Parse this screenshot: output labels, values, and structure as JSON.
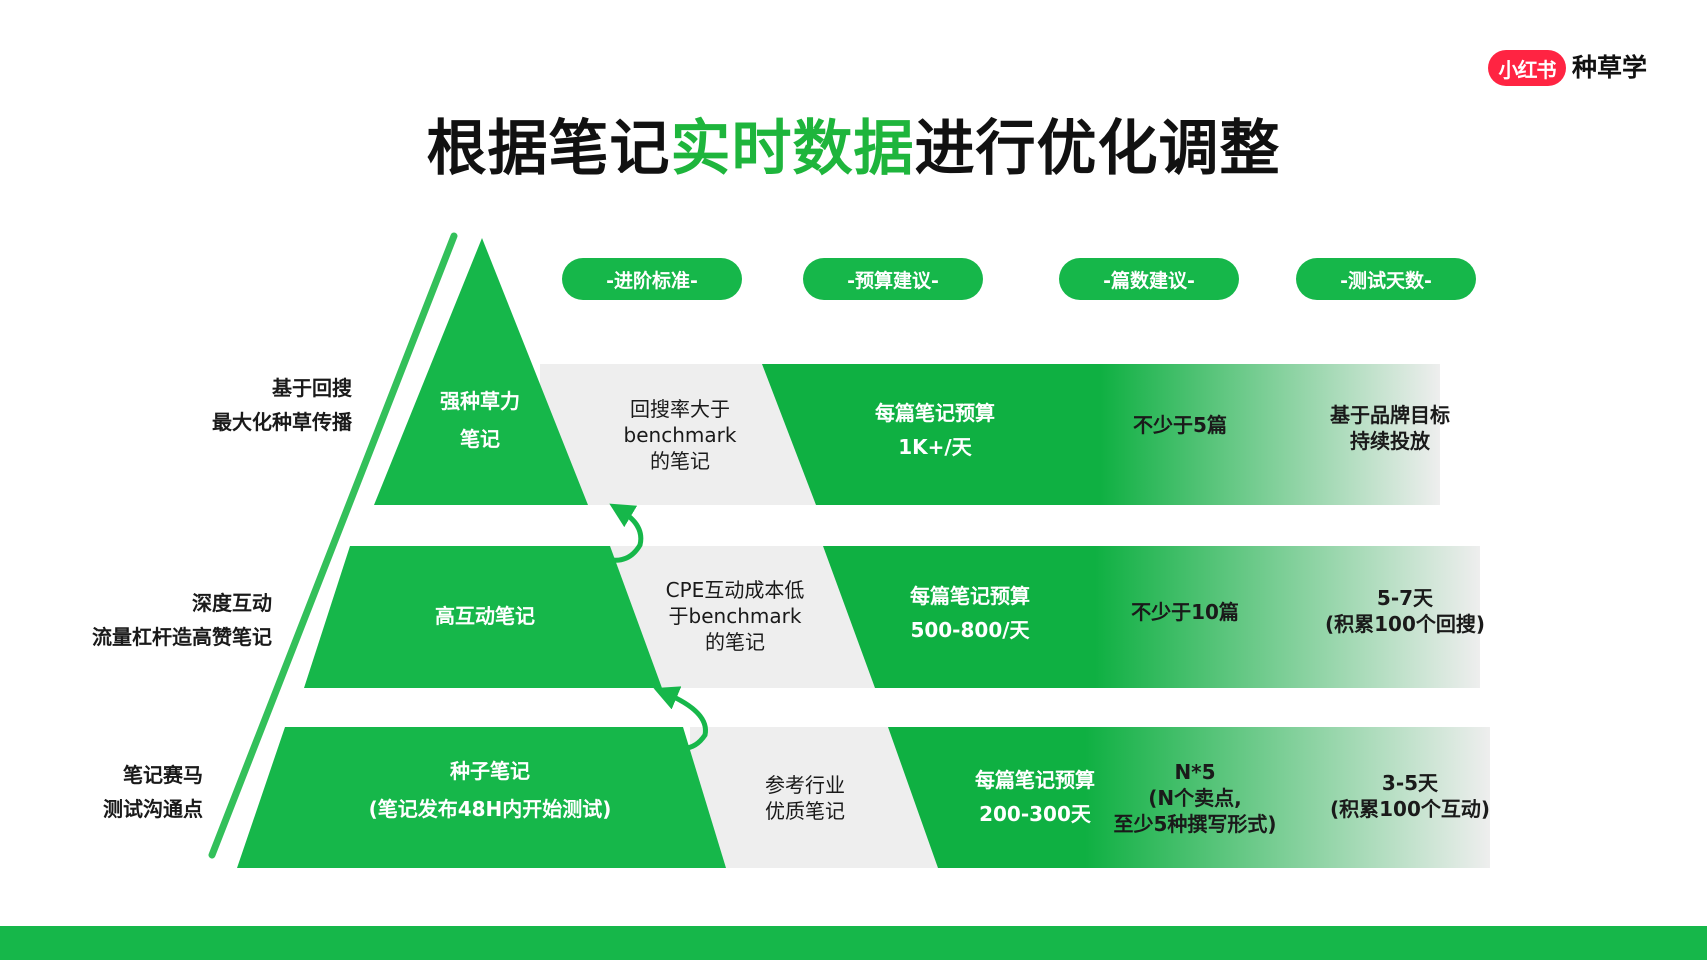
{
  "brand": {
    "badge": "小红书",
    "name": "种草学"
  },
  "title": {
    "prefix": "根据笔记",
    "highlight": "实时数据",
    "suffix": "进行优化调整"
  },
  "colors": {
    "accent": "#16b74a",
    "dark_green": "#0fa63c",
    "light_grey": "#eeeeee",
    "brand_red": "#ff2442"
  },
  "headers": [
    "-进阶标准-",
    "-预算建议-",
    "-篇数建议-",
    "-测试天数-"
  ],
  "tiers": [
    {
      "side": [
        "基于回搜",
        "最大化种草传播"
      ],
      "name": [
        "强种草力",
        "笔记"
      ],
      "standard": [
        "回搜率大于",
        "benchmark",
        "的笔记"
      ],
      "budget": [
        "每篇笔记预算",
        "1K+/天"
      ],
      "count": [
        "不少于5篇"
      ],
      "days": [
        "基于品牌目标",
        "持续投放"
      ]
    },
    {
      "side": [
        "深度互动",
        "流量杠杆造高赞笔记"
      ],
      "name": [
        "高互动笔记"
      ],
      "standard": [
        "CPE互动成本低",
        "于benchmark",
        "的笔记"
      ],
      "budget": [
        "每篇笔记预算",
        "500-800/天"
      ],
      "count": [
        "不少于10篇"
      ],
      "days": [
        "5-7天",
        "(积累100个回搜)"
      ]
    },
    {
      "side": [
        "笔记赛马",
        "测试沟通点"
      ],
      "name": [
        "种子笔记",
        "(笔记发布48H内开始测试)"
      ],
      "standard": [
        "参考行业",
        "优质笔记"
      ],
      "budget": [
        "每篇笔记预算",
        "200-300天"
      ],
      "count": [
        "N*5",
        "(N个卖点,",
        "至少5种撰写形式)"
      ],
      "days": [
        "3-5天",
        "(积累100个互动)"
      ]
    }
  ]
}
